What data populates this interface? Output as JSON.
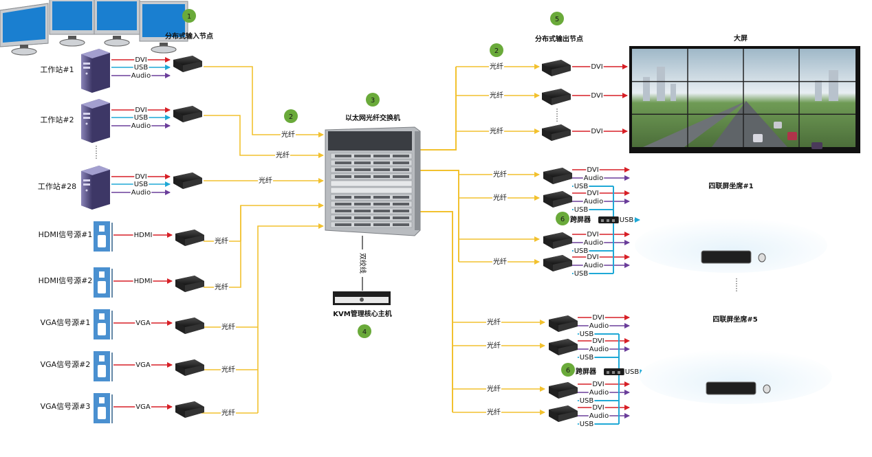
{
  "colors": {
    "fiber": "#f2c12e",
    "dvi": "#d71f26",
    "usb": "#1ea8d6",
    "audio": "#6a3d9a",
    "twisted_pair": "#777777",
    "badge": "#6aaa3a",
    "monitor_screen": "#1a7fd0"
  },
  "badges": {
    "input_node": "1",
    "fiber_left": "2",
    "fiber_right": "2",
    "switch": "3",
    "kvm_host": "4",
    "output_node": "5",
    "kvm_switcher_1": "6",
    "kvm_switcher_5": "6"
  },
  "titles": {
    "input_nodes": "分布式输入节点",
    "switch": "以太网光纤交换机",
    "kvm_host": "KVM管理核心主机",
    "output_nodes": "分布式输出节点",
    "big_screen": "大屏",
    "seat_1": "四联屏坐席#1",
    "seat_5": "四联屏坐席#5",
    "kvm_switcher": "跨屏器",
    "twisted_pair": "双绞线"
  },
  "signals": {
    "dvi": "DVI",
    "usb": "USB",
    "audio": "Audio",
    "hdmi": "HDMI",
    "vga": "VGA",
    "fiber": "光纤"
  },
  "workstations": [
    {
      "label": "工作站#1"
    },
    {
      "label": "工作站#2"
    },
    {
      "label": "工作站#28"
    }
  ],
  "signal_sources": [
    {
      "label": "HDMI信号源#1",
      "signal": "HDMI"
    },
    {
      "label": "HDMI信号源#2",
      "signal": "HDMI"
    },
    {
      "label": "VGA信号源#1",
      "signal": "VGA"
    },
    {
      "label": "VGA信号源#2",
      "signal": "VGA"
    },
    {
      "label": "VGA信号源#3",
      "signal": "VGA"
    }
  ],
  "big_screen_outputs": [
    {
      "fiber_label": "光纤",
      "out": "DVI"
    },
    {
      "fiber_label": "光纤",
      "out": "DVI"
    },
    {
      "fiber_label": "光纤",
      "out": "DVI"
    }
  ],
  "seat_1_outputs": [
    {
      "fiber_label": "光纤"
    },
    {
      "fiber_label": "光纤"
    },
    {
      "fiber_label": ""
    },
    {
      "fiber_label": "光纤"
    }
  ],
  "seat_5_outputs": [
    {
      "fiber_label": "光纤"
    },
    {
      "fiber_label": "光纤"
    },
    {
      "fiber_label": "光纤"
    },
    {
      "fiber_label": "光纤"
    }
  ]
}
